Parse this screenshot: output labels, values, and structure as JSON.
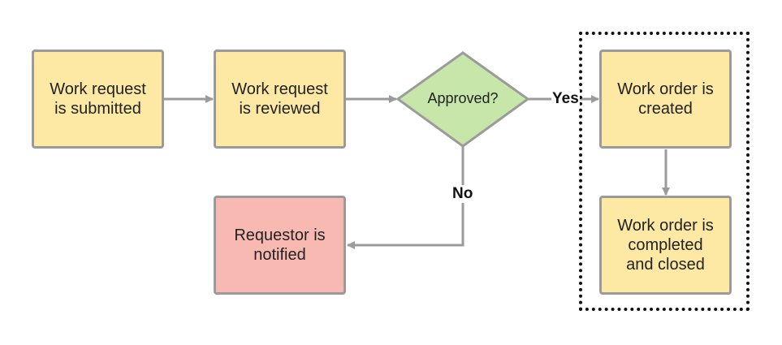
{
  "colors": {
    "process_fill": "#fde9a4",
    "decision_fill": "#c6e6aa",
    "notify_fill": "#f8b9b3",
    "border": "#9b9b9b",
    "connector": "#9b9b9b",
    "group_border": "#111111"
  },
  "nodes": {
    "submitted": "Work request\nis submitted",
    "reviewed": "Work request\nis reviewed",
    "approved": "Approved?",
    "created": "Work order is\ncreated",
    "completed": "Work order is\ncompleted\nand closed",
    "notified": "Requestor is\nnotified"
  },
  "edges": {
    "yes": "Yes",
    "no": "No"
  }
}
